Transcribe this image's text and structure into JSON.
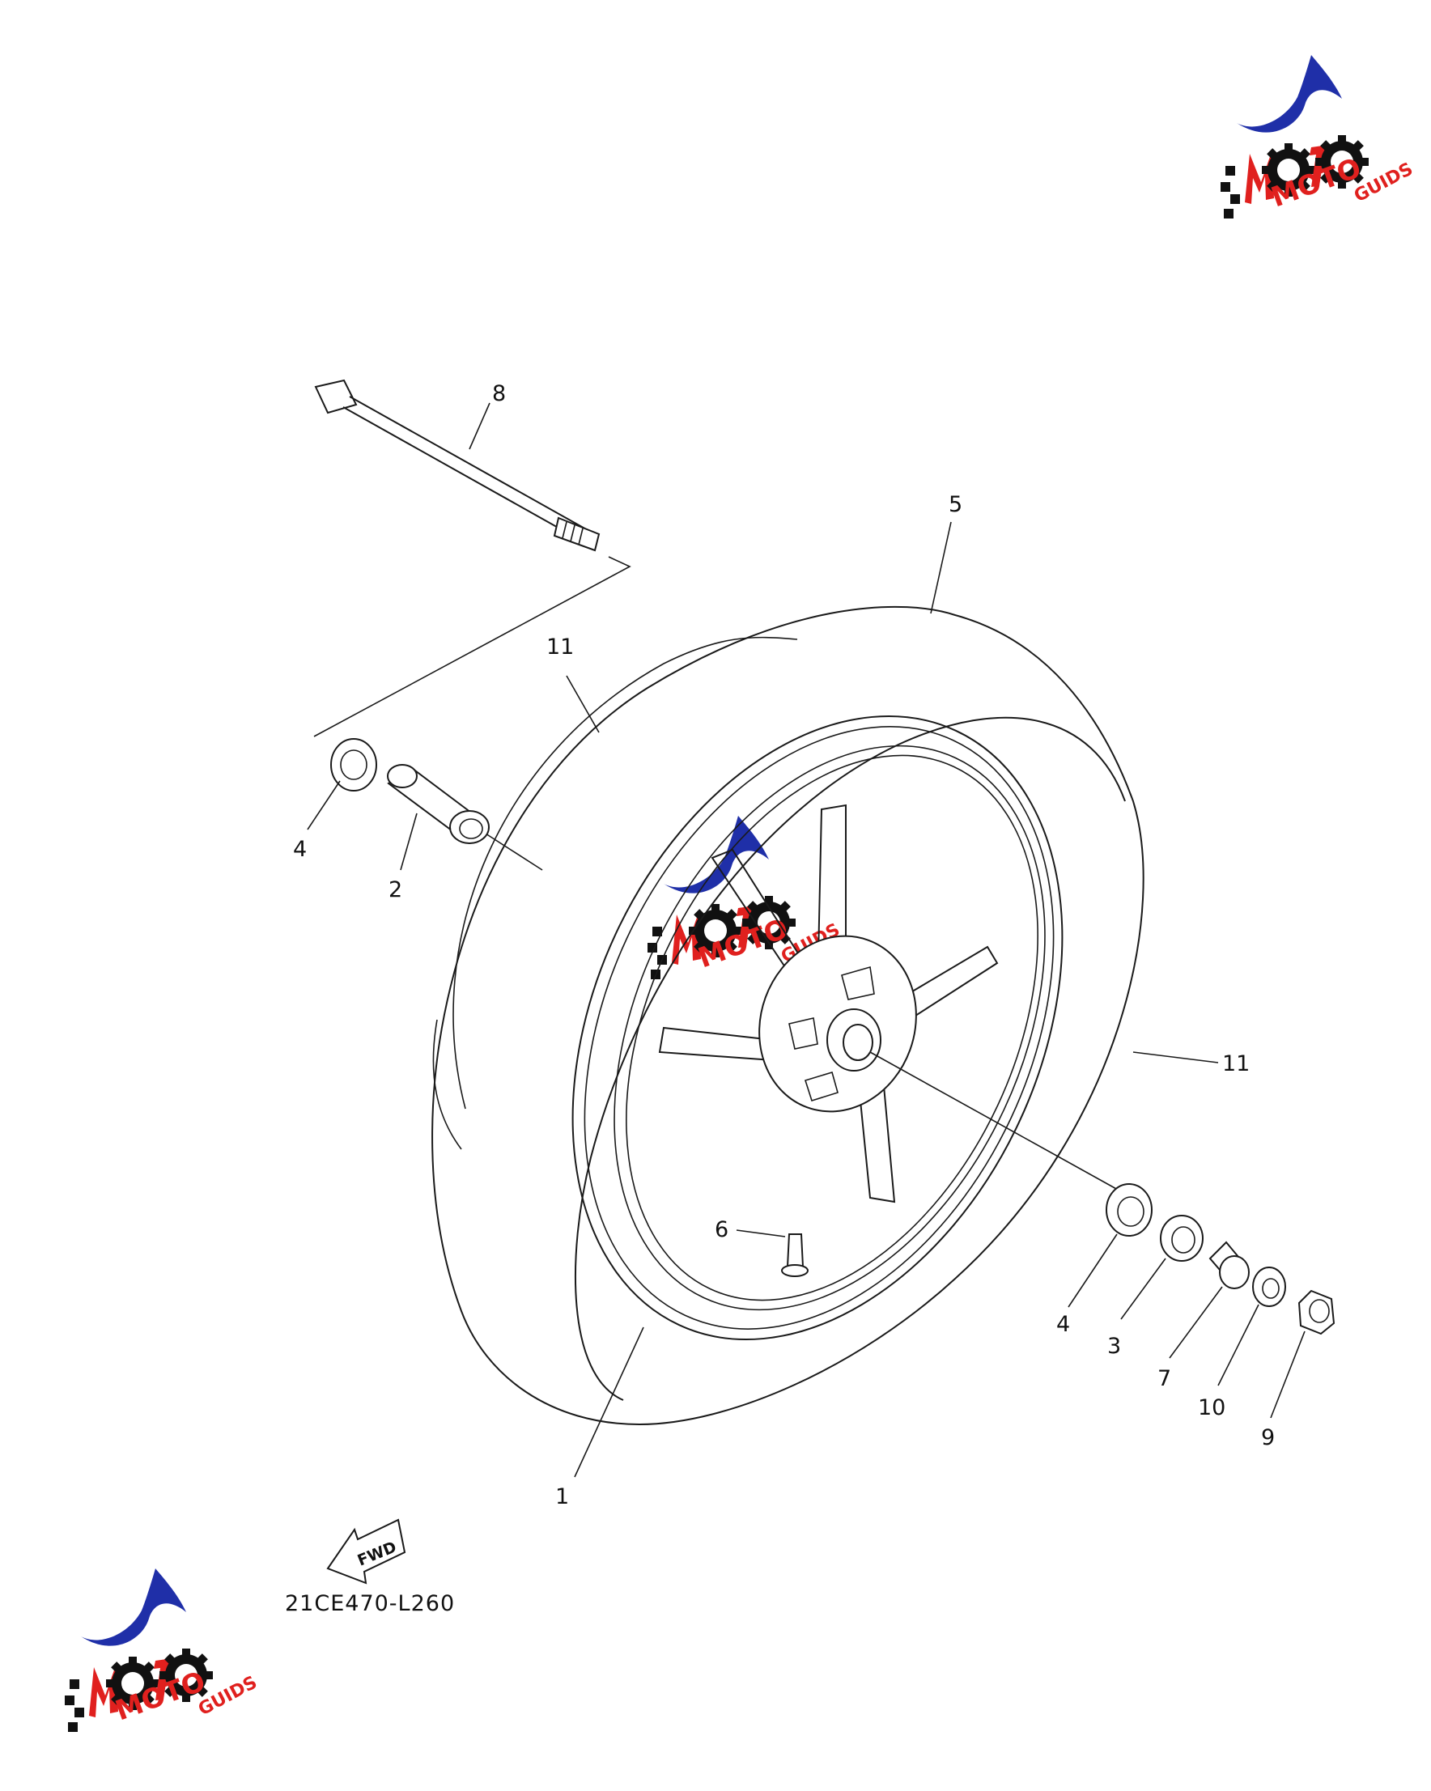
{
  "diagram": {
    "callouts": [
      {
        "id": "8",
        "label": "8"
      },
      {
        "id": "5",
        "label": "5"
      },
      {
        "id": "11a",
        "label": "11"
      },
      {
        "id": "11b",
        "label": "11"
      },
      {
        "id": "4a",
        "label": "4"
      },
      {
        "id": "2",
        "label": "2"
      },
      {
        "id": "6",
        "label": "6"
      },
      {
        "id": "1",
        "label": "1"
      },
      {
        "id": "4b",
        "label": "4"
      },
      {
        "id": "3",
        "label": "3"
      },
      {
        "id": "7",
        "label": "7"
      },
      {
        "id": "10",
        "label": "10"
      },
      {
        "id": "9",
        "label": "9"
      }
    ],
    "fwd_label": "FWD",
    "diagram_code": "21CE470-L260"
  },
  "watermark": {
    "brand_letters": "MOTO",
    "brand_suffix": "GUIDS",
    "colors": {
      "blue": "#1f2fa8",
      "red": "#e0201e",
      "black": "#111111"
    }
  }
}
